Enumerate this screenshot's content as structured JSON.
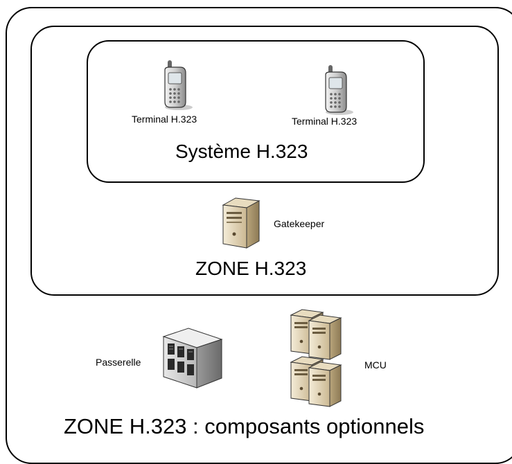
{
  "outer_zone": {
    "title": "ZONE H.323 : composants optionnels"
  },
  "zone": {
    "title": "ZONE H.323"
  },
  "system": {
    "title": "Système H.323"
  },
  "terminals": [
    {
      "label": "Terminal H.323",
      "icon": "mobile-phone-icon"
    },
    {
      "label": "Terminal H.323",
      "icon": "mobile-phone-icon"
    }
  ],
  "gatekeeper": {
    "label": "Gatekeeper",
    "icon": "server-tower-icon"
  },
  "gateway": {
    "label": "Passerelle",
    "icon": "gateway-server-icon"
  },
  "mcu": {
    "label": "MCU",
    "icon": "server-stack-icon"
  }
}
